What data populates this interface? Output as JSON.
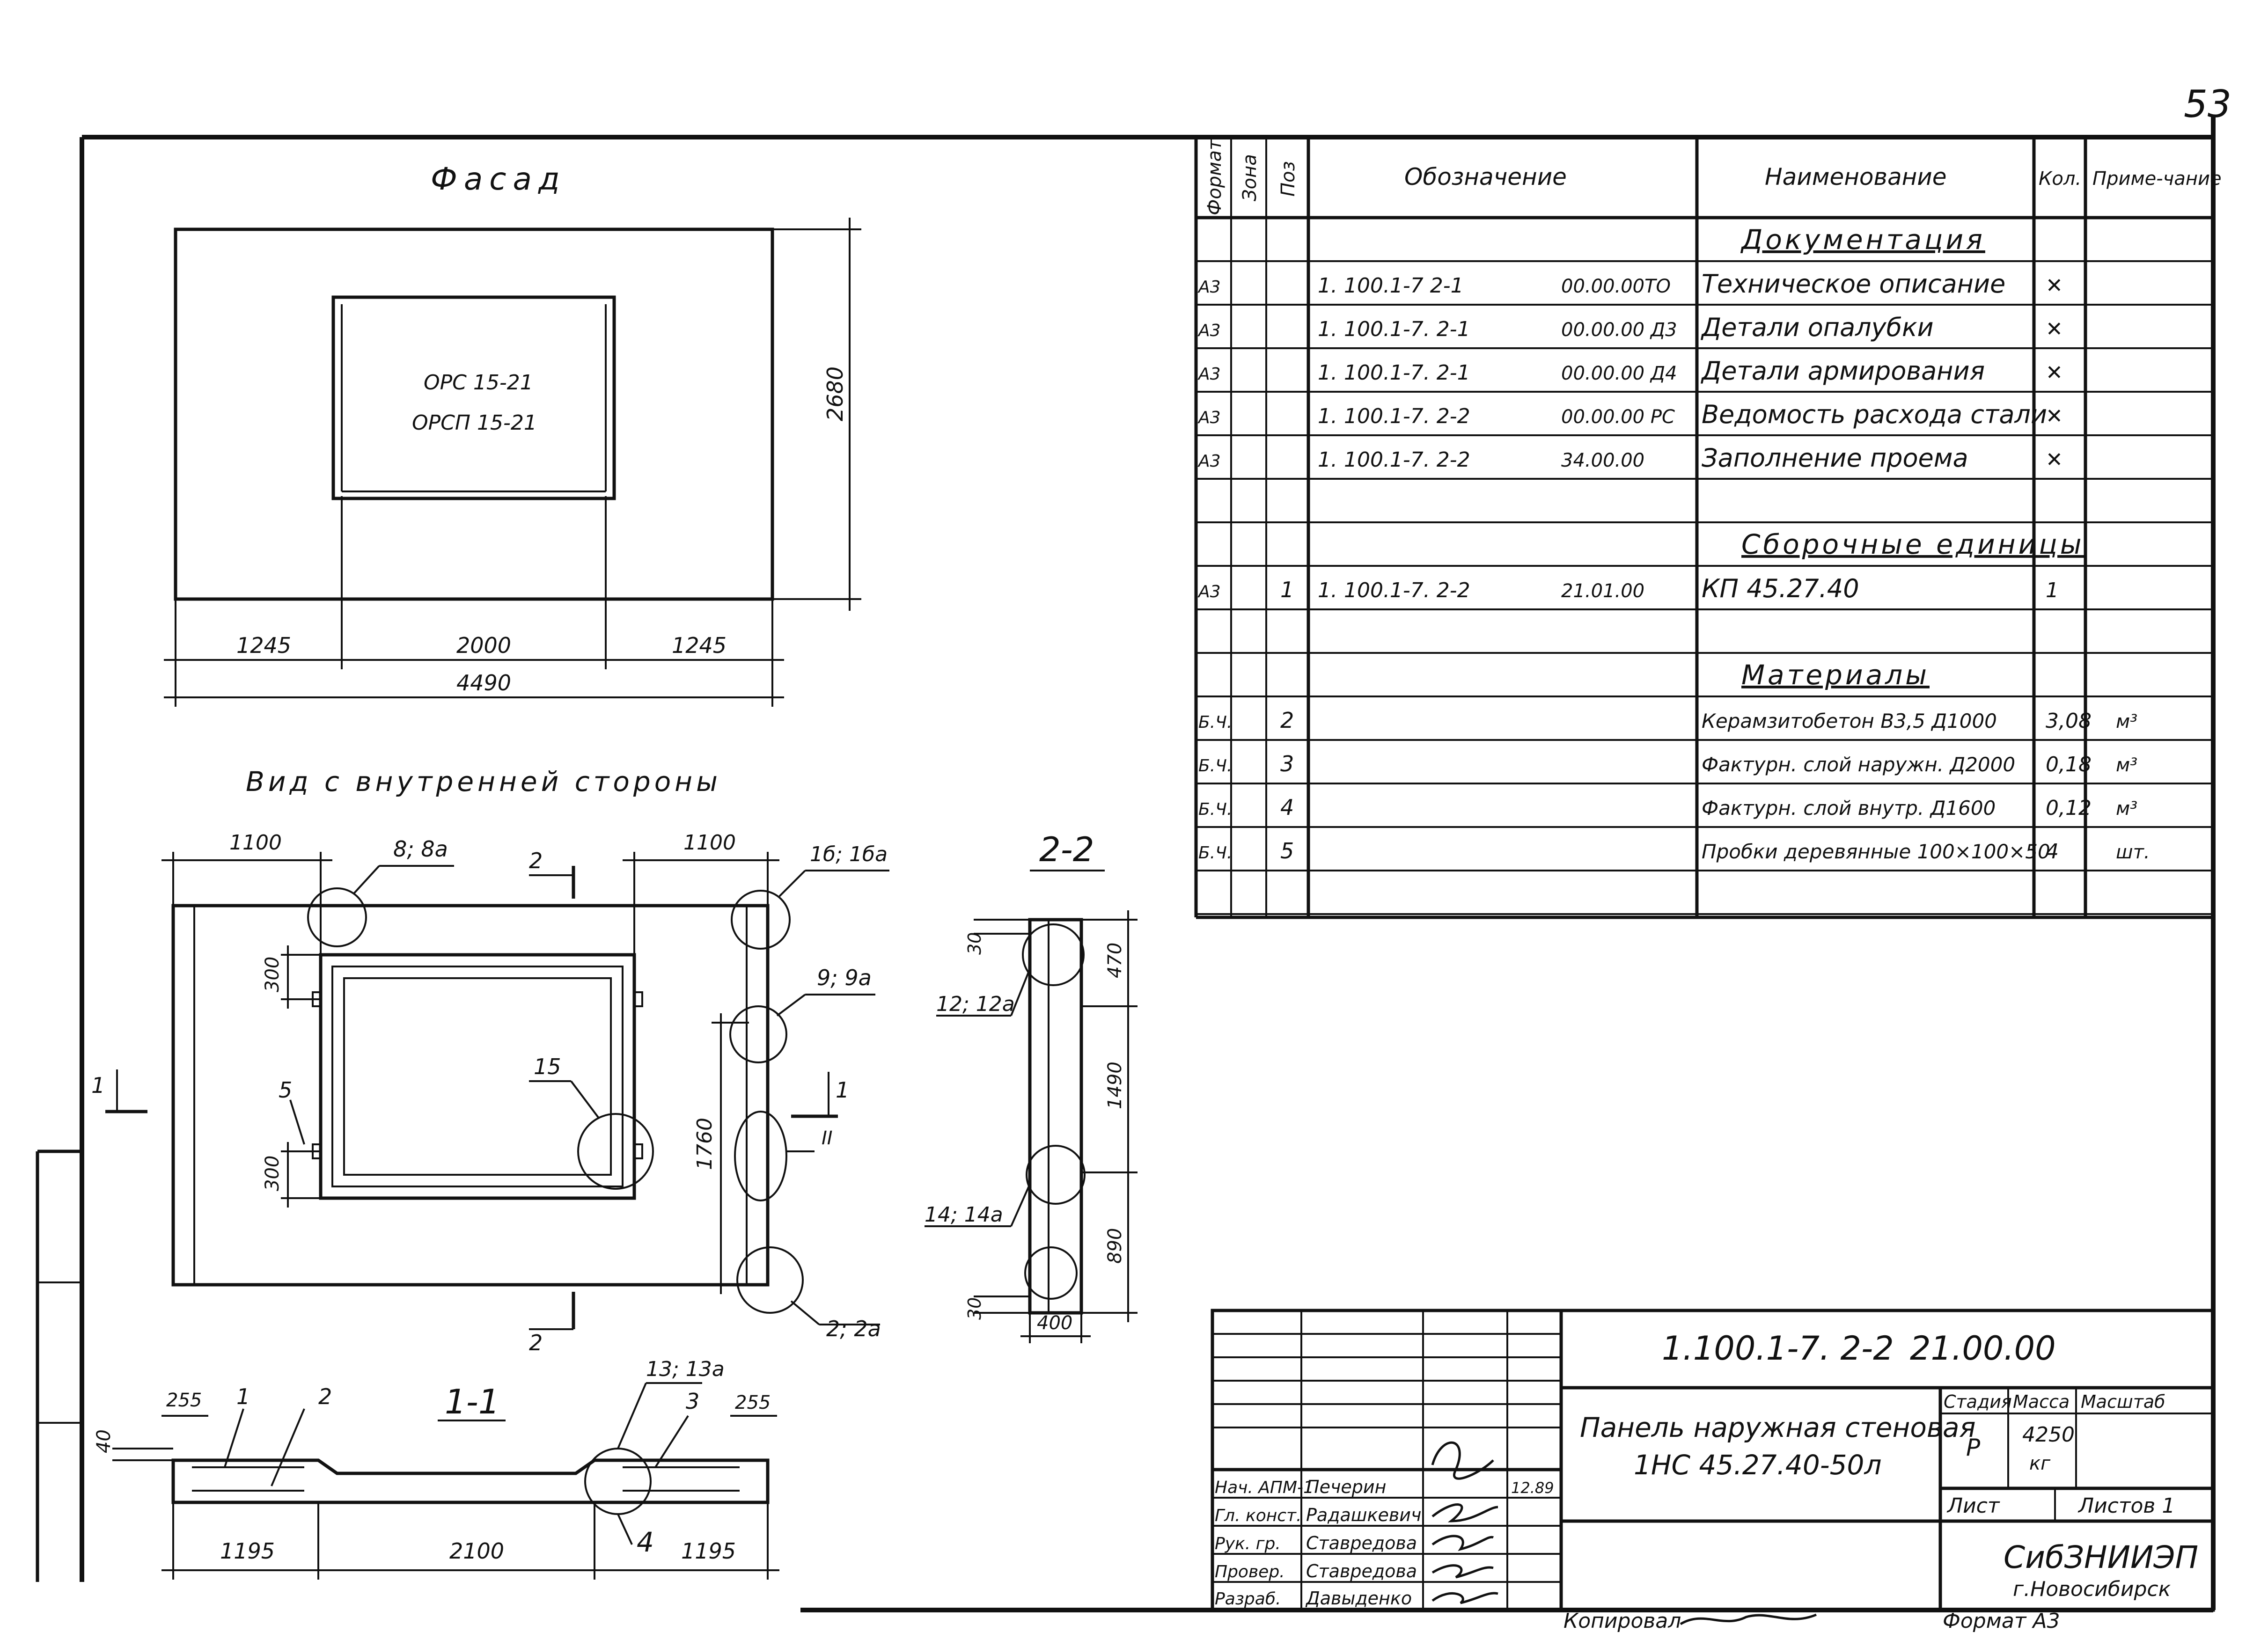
{
  "page_number": "53",
  "facade": {
    "title": "Фасад",
    "window_labels": [
      "ОРС 15-21",
      "ОРСП 15-21"
    ],
    "dims": {
      "left": "1245",
      "middle": "2000",
      "right": "1245",
      "total": "4490",
      "height": "2680"
    }
  },
  "inner_view": {
    "title": "Вид с внутренней стороны",
    "dims": {
      "top_left": "1100",
      "top_right": "1100",
      "sill_upper": "300",
      "sill_lower": "300",
      "height": "1760"
    },
    "callouts": [
      "8; 8а",
      "1б; 1ба",
      "9; 9а",
      "15",
      "5",
      "2; 2а",
      "II"
    ],
    "section_marks": [
      "2",
      "2",
      "1",
      "1"
    ]
  },
  "section_1_1": {
    "title": "1-1",
    "dims": {
      "left_edge": "255",
      "right_edge": "255",
      "depth": "40",
      "left": "1195",
      "middle": "2100",
      "right": "1195"
    },
    "callouts": [
      "1",
      "2",
      "13; 13а",
      "3",
      "4"
    ]
  },
  "section_2_2": {
    "title": "2-2",
    "dims": {
      "top_small": "30",
      "top": "470",
      "middle": "1490",
      "bottom": "890",
      "bottom_small": "30",
      "width": "400"
    },
    "callouts": [
      "12; 12а",
      "14; 14а"
    ]
  },
  "spec_table": {
    "headers": {
      "format": "Формат",
      "zone": "Зона",
      "pos": "Поз",
      "designation": "Обозначение",
      "name": "Наименование",
      "qty": "Кол.",
      "note": "Приме-чание"
    },
    "rows": [
      {
        "type": "section",
        "name": "Документация"
      },
      {
        "type": "item",
        "format": "А3",
        "pos": "",
        "designation": "1. 100.1-7 2-1",
        "code": "00.00.00ТО",
        "name": "Техническое описание",
        "qty": "✕",
        "note": ""
      },
      {
        "type": "item",
        "format": "А3",
        "pos": "",
        "designation": "1. 100.1-7. 2-1",
        "code": "00.00.00 Д3",
        "name": "Детали опалубки",
        "qty": "✕",
        "note": ""
      },
      {
        "type": "item",
        "format": "А3",
        "pos": "",
        "designation": "1. 100.1-7. 2-1",
        "code": "00.00.00 Д4",
        "name": "Детали армирования",
        "qty": "✕",
        "note": ""
      },
      {
        "type": "item",
        "format": "А3",
        "pos": "",
        "designation": "1. 100.1-7. 2-2",
        "code": "00.00.00 РС",
        "name": "Ведомость расхода стали",
        "qty": "✕",
        "note": ""
      },
      {
        "type": "item",
        "format": "А3",
        "pos": "",
        "designation": "1. 100.1-7. 2-2",
        "code": "34.00.00",
        "name": "Заполнение проема",
        "qty": "✕",
        "note": ""
      },
      {
        "type": "blank"
      },
      {
        "type": "section",
        "name": "Сборочные единицы"
      },
      {
        "type": "item",
        "format": "А3",
        "pos": "1",
        "designation": "1. 100.1-7. 2-2",
        "code": "21.01.00",
        "name": "КП 45.27.40",
        "qty": "1",
        "note": ""
      },
      {
        "type": "blank"
      },
      {
        "type": "section",
        "name": "Материалы"
      },
      {
        "type": "item",
        "format": "Б.Ч.",
        "pos": "2",
        "designation": "",
        "code": "",
        "name": "Керамзитобетон В3,5 Д1000",
        "qty": "3,08",
        "note": "м³"
      },
      {
        "type": "item",
        "format": "Б.Ч.",
        "pos": "3",
        "designation": "",
        "code": "",
        "name": "Фактурн. слой наружн. Д2000",
        "qty": "0,18",
        "note": "м³"
      },
      {
        "type": "item",
        "format": "Б.Ч.",
        "pos": "4",
        "designation": "",
        "code": "",
        "name": "Фактурн. слой внутр. Д1600",
        "qty": "0,12",
        "note": "м³"
      },
      {
        "type": "item",
        "format": "Б.Ч.",
        "pos": "5",
        "designation": "",
        "code": "",
        "name": "Пробки деревянные 100×100×50",
        "qty": "4",
        "note": "шт."
      },
      {
        "type": "blank"
      }
    ]
  },
  "title_block": {
    "doc_number": "1.100.1-7. 2-2",
    "doc_code": "21.00.00",
    "product_name": [
      "Панель наружная стеновая",
      "1НС 45.27.40-50л"
    ],
    "stage_label": "Стадия",
    "mass_label": "Масса",
    "scale_label": "Масштаб",
    "stage": "Р",
    "mass": "4250",
    "mass_unit": "кг",
    "sheet_label": "Лист",
    "sheets_label": "Листов 1",
    "org": "СибЗНИИЭП",
    "city": "г.Новосибирск",
    "date": "12.89",
    "staff": [
      {
        "role": "Нач. АПМ-1",
        "name": "Печерин"
      },
      {
        "role": "Гл. конст.",
        "name": "Радашкевич"
      },
      {
        "role": "Рук. гр.",
        "name": "Ставредова"
      },
      {
        "role": "Провер.",
        "name": "Ставредова"
      },
      {
        "role": "Разраб.",
        "name": "Давыденко"
      }
    ]
  },
  "footer": {
    "copied": "Копировал",
    "format": "Формат А3"
  }
}
